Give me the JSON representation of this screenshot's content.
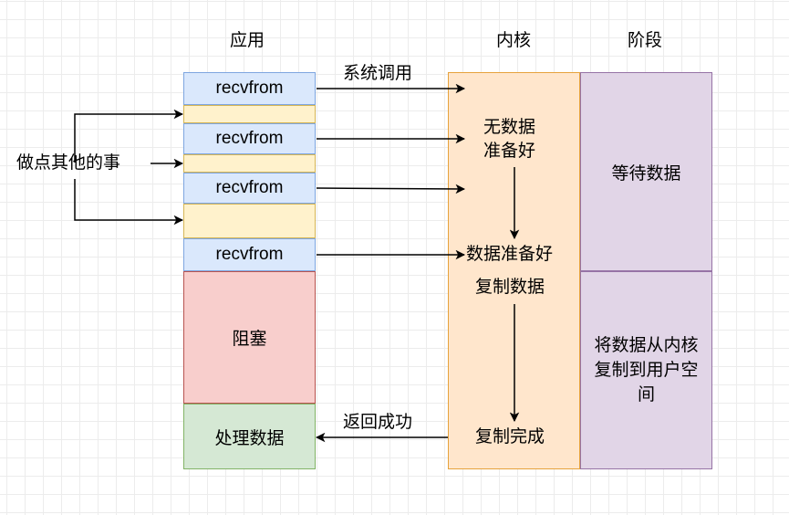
{
  "headers": {
    "app": "应用",
    "kernel": "内核",
    "stage": "阶段"
  },
  "app_column": {
    "recvfrom_1": "recvfrom",
    "recvfrom_2": "recvfrom",
    "recvfrom_3": "recvfrom",
    "recvfrom_4": "recvfrom",
    "blocked": "阻塞",
    "process": "处理数据"
  },
  "side_label": "做点其他的事",
  "arrows": {
    "syscall": "系统调用",
    "return_success": "返回成功"
  },
  "kernel_column": {
    "no_data_line1": "无数据",
    "no_data_line2": "准备好",
    "data_ready": "数据准备好",
    "copy_data": "复制数据",
    "copy_done": "复制完成"
  },
  "stage_column": {
    "waiting": "等待数据",
    "copy_line1": "将数据从内核",
    "copy_line2": "复制到用户空",
    "copy_line3": "间"
  }
}
